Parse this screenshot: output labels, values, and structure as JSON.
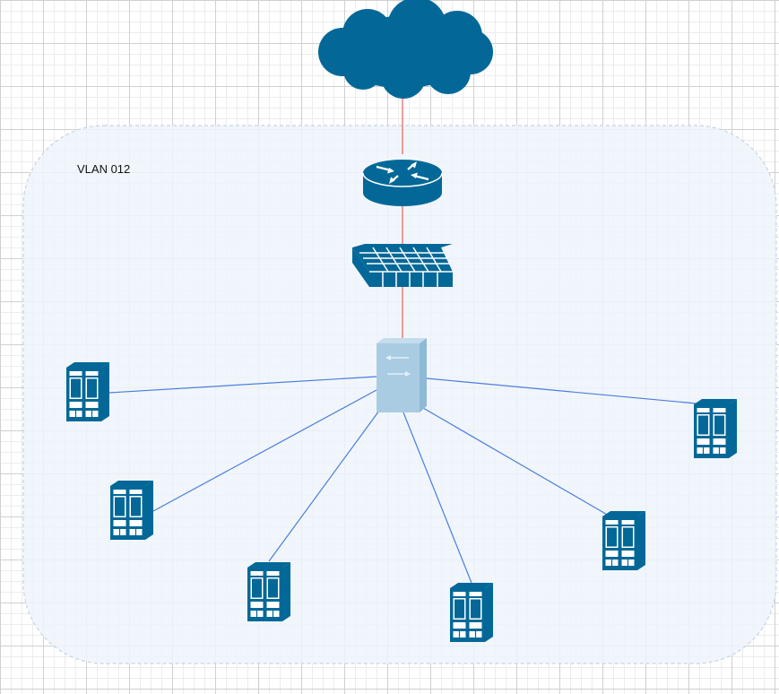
{
  "vlan": {
    "label": "VLAN 012",
    "fill": "#eef4fc",
    "border": "#c6d4e4"
  },
  "colors": {
    "device": "#036897",
    "switch": "#a9cce3",
    "uplink": "#ea6b66",
    "server_link": "#4a7ddc"
  },
  "devices": [
    {
      "id": "internet-cloud",
      "type": "cloud",
      "icon": "cloud-icon"
    },
    {
      "id": "router",
      "type": "router",
      "icon": "router-icon"
    },
    {
      "id": "firewall",
      "type": "firewall",
      "icon": "firewall-icon"
    },
    {
      "id": "switch",
      "type": "switch",
      "icon": "switch-icon"
    },
    {
      "id": "server-1",
      "type": "server",
      "icon": "server-icon"
    },
    {
      "id": "server-2",
      "type": "server",
      "icon": "server-icon"
    },
    {
      "id": "server-3",
      "type": "server",
      "icon": "server-icon"
    },
    {
      "id": "server-4",
      "type": "server",
      "icon": "server-icon"
    },
    {
      "id": "server-5",
      "type": "server",
      "icon": "server-icon"
    },
    {
      "id": "server-6",
      "type": "server",
      "icon": "server-icon"
    }
  ],
  "links": [
    {
      "from": "internet-cloud",
      "to": "router",
      "kind": "uplink"
    },
    {
      "from": "router",
      "to": "firewall",
      "kind": "uplink"
    },
    {
      "from": "firewall",
      "to": "switch",
      "kind": "uplink"
    },
    {
      "from": "switch",
      "to": "server-1",
      "kind": "server_link"
    },
    {
      "from": "switch",
      "to": "server-2",
      "kind": "server_link"
    },
    {
      "from": "switch",
      "to": "server-3",
      "kind": "server_link"
    },
    {
      "from": "switch",
      "to": "server-4",
      "kind": "server_link"
    },
    {
      "from": "switch",
      "to": "server-5",
      "kind": "server_link"
    },
    {
      "from": "switch",
      "to": "server-6",
      "kind": "server_link"
    }
  ]
}
